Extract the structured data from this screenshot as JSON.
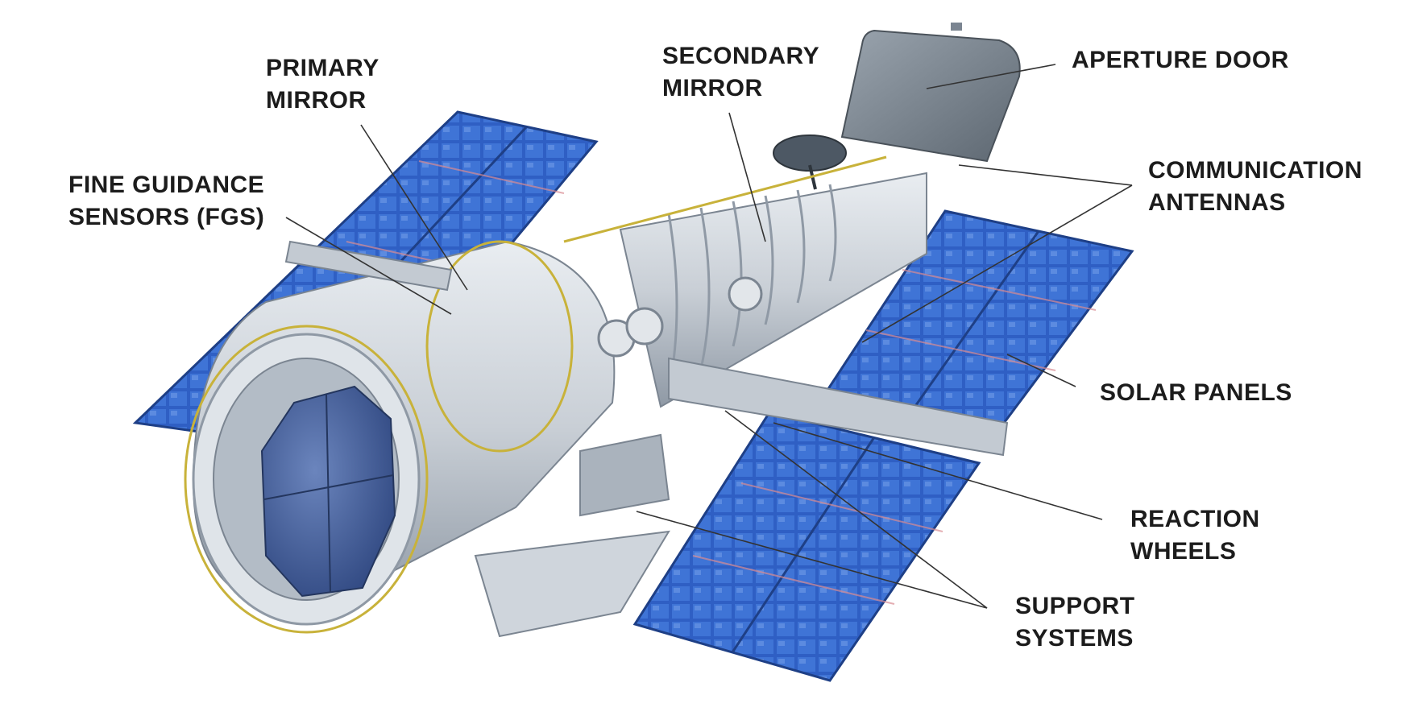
{
  "labels": {
    "primary_mirror": [
      "PRIMARY",
      "MIRROR"
    ],
    "secondary_mirror": [
      "SECONDARY",
      "MIRROR"
    ],
    "aperture_door": [
      "APERTURE DOOR"
    ],
    "fine_guidance": [
      "FINE GUIDANCE",
      "SENSORS (FGS)"
    ],
    "communication_antennas": [
      "COMMUNICATION",
      "ANTENNAS"
    ],
    "solar_panels": [
      "SOLAR PANELS"
    ],
    "reaction_wheels": [
      "REACTION",
      "WHEELS"
    ],
    "support_systems": [
      "SUPPORT",
      "SYSTEMS"
    ]
  },
  "colors": {
    "label_text": "#1c1c1c",
    "leader_line": "#333333",
    "solar_cell": "#2f5fc4",
    "solar_cell_light": "#6f9be6",
    "solar_strip_red": "#d98c93",
    "hull_silver": "#c9cfd6",
    "hull_shadow": "#8f99a5",
    "mirror_blue": "#3d5a9a",
    "gold_wire": "#c8b23a"
  }
}
